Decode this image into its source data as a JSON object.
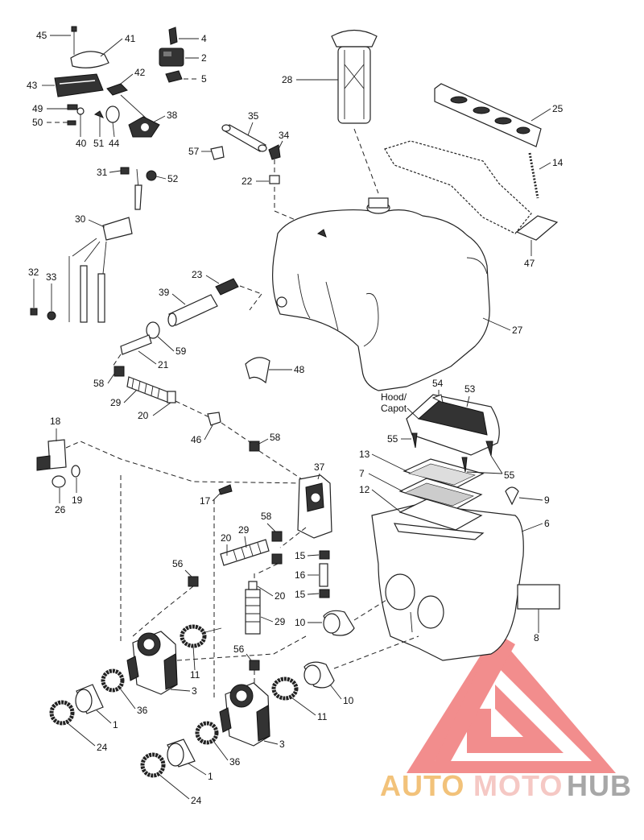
{
  "callouts": {
    "c45": "45",
    "c41": "41",
    "c4": "4",
    "c2": "2",
    "c5": "5",
    "c28": "28",
    "c43": "43",
    "c42": "42",
    "c25": "25",
    "c49": "49",
    "c50": "50",
    "c38": "38",
    "c40": "40",
    "c51": "51",
    "c44": "44",
    "c35": "35",
    "c34": "34",
    "c57": "57",
    "c14": "14",
    "c31": "31",
    "c52": "52",
    "c22": "22",
    "c30": "30",
    "c47": "47",
    "c32": "32",
    "c33": "33",
    "c23": "23",
    "c39": "39",
    "c27": "27",
    "c59": "59",
    "c21": "21",
    "c48": "48",
    "c58a": "58",
    "c29a": "29",
    "c20a": "20",
    "c54": "54",
    "c53": "53",
    "c18": "18",
    "c46": "46",
    "c58b": "58",
    "c55a": "55",
    "c37": "37",
    "c13": "13",
    "c55b": "55",
    "c7": "7",
    "c26": "26",
    "c19": "19",
    "c17": "17",
    "c12": "12",
    "c9": "9",
    "c6": "6",
    "c58c": "58",
    "c20b": "20",
    "c29b": "29",
    "c56a": "56",
    "c15a": "15",
    "c16": "16",
    "c15b": "15",
    "c20c": "20",
    "c10a": "10",
    "c29c": "29",
    "c8": "8",
    "c11a": "11",
    "c56b": "56",
    "c3a": "3",
    "c10b": "10",
    "c1a": "1",
    "c36a": "36",
    "c11b": "11",
    "c24a": "24",
    "c3b": "3",
    "c36b": "36",
    "c1b": "1",
    "c24b": "24"
  },
  "hood_label_line1": "Hood/",
  "hood_label_line2": "Capot",
  "watermark": {
    "part1": "AUTO",
    "part2": "MOTO",
    "part3": "HUB",
    "colors": {
      "auto": "#f2c27a",
      "moto": "#f5c8c4",
      "hub": "#a7a7a7",
      "logo": "#f07a7a"
    }
  },
  "icons": {
    "logo": "triangle-m-logo-icon"
  }
}
